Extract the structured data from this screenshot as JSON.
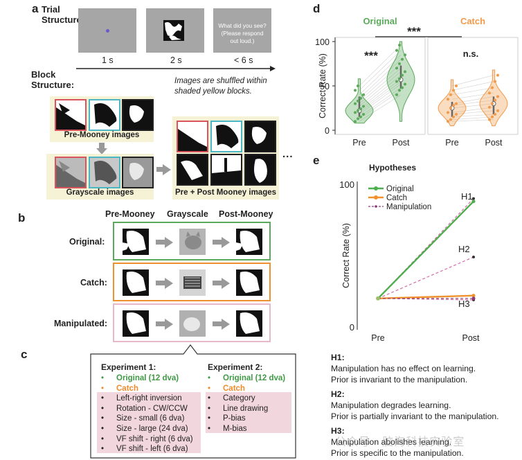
{
  "panel_a": {
    "letter": "a",
    "trial_structure_label": "Trial\nStructure:",
    "trial_times": [
      "1 s",
      "2 s",
      "< 6 s"
    ],
    "prompt_text": "What did you see?\n(Please respond\nout loud.)",
    "block_structure_label": "Block\nStructure:",
    "shuffle_note": "Images are shuffled within\nshaded yellow blocks.",
    "pre_mooney_label": "Pre-Mooney images",
    "grayscale_label": "Grayscale images",
    "pre_post_label": "Pre + Post Mooney images",
    "ellipsis": "...",
    "frame_colors": [
      "#d9545c",
      "#4bb7c4",
      "#202020"
    ]
  },
  "panel_b": {
    "letter": "b",
    "col_headers": [
      "Pre-Mooney",
      "Grayscale",
      "Post-Mooney"
    ],
    "rows": [
      {
        "label": "Original:",
        "color": "#5aa85a"
      },
      {
        "label": "Catch:",
        "color": "#f0912e"
      },
      {
        "label": "Manipulated:",
        "color": "#e7b8c8"
      }
    ]
  },
  "panel_c": {
    "letter": "c",
    "exp1_title": "Experiment 1:",
    "exp2_title": "Experiment 2:",
    "exp1_items": [
      {
        "text": "Original (12 dva)",
        "style": "green"
      },
      {
        "text": "Catch",
        "style": "orange"
      },
      {
        "text": "Left-right inversion",
        "style": "plain"
      },
      {
        "text": "Rotation - CW/CCW",
        "style": "plain"
      },
      {
        "text": "Size - small (6 dva)",
        "style": "plain"
      },
      {
        "text": "Size - large (24 dva)",
        "style": "plain"
      },
      {
        "text": "VF shift - right (6 dva)",
        "style": "plain"
      },
      {
        "text": "VF shift - left (6 dva)",
        "style": "plain"
      }
    ],
    "exp2_items": [
      {
        "text": "Original (12 dva)",
        "style": "green"
      },
      {
        "text": "Catch",
        "style": "orange"
      },
      {
        "text": "Category",
        "style": "plain"
      },
      {
        "text": "Line drawing",
        "style": "plain"
      },
      {
        "text": "P-bias",
        "style": "plain"
      },
      {
        "text": "M-bias",
        "style": "plain"
      }
    ],
    "bullet": "•",
    "highlight_color": "#f2d6de"
  },
  "chart_data": [
    {
      "type": "violin",
      "panel": "d",
      "ylabel": "Correct Rate (%)",
      "ylim": [
        0,
        100
      ],
      "yticks": [
        "0",
        "50",
        "100"
      ],
      "groups": [
        {
          "name": "Original",
          "color": "#5aaa5a",
          "categories": [
            "Pre",
            "Post"
          ],
          "medians": [
            22,
            57
          ],
          "quartiles": [
            [
              15,
              38
            ],
            [
              47,
              73
            ]
          ],
          "ranges": [
            [
              8,
              58
            ],
            [
              10,
              100
            ]
          ],
          "points": [
            [
              10,
              13,
              15,
              18,
              20,
              22,
              24,
              27,
              30,
              33,
              36,
              40,
              45,
              50
            ],
            [
              40,
              45,
              48,
              52,
              55,
              58,
              62,
              66,
              70,
              75,
              80,
              85,
              90,
              96
            ]
          ]
        },
        {
          "name": "Catch",
          "color": "#f29a4a",
          "categories": [
            "Pre",
            "Post"
          ],
          "medians": [
            25,
            30
          ],
          "quartiles": [
            [
              15,
              32
            ],
            [
              18,
              38
            ]
          ],
          "ranges": [
            [
              5,
              57
            ],
            [
              5,
              68
            ]
          ],
          "points": [
            [
              10,
              12,
              15,
              18,
              20,
              25,
              28,
              30,
              35,
              40,
              45,
              50
            ],
            [
              12,
              15,
              18,
              22,
              26,
              30,
              34,
              38,
              42,
              48,
              55,
              62
            ]
          ]
        }
      ],
      "annotations": {
        "original_sig": "***",
        "between_sig": "***",
        "catch_sig": "n.s."
      }
    },
    {
      "type": "line",
      "panel": "e",
      "title": "Hypotheses",
      "ylabel": "Correct Rate (%)",
      "categories": [
        "Pre",
        "Post"
      ],
      "ylim": [
        0,
        100
      ],
      "yticks": [
        "0",
        "100"
      ],
      "series": [
        {
          "name": "Original",
          "color": "#4cae4c",
          "values": [
            20,
            88
          ],
          "style": "solid"
        },
        {
          "name": "Catch",
          "color": "#f0912e",
          "values": [
            20,
            22
          ],
          "style": "solid"
        },
        {
          "name": "Manipulation",
          "color": "#8a3a7a",
          "values": [
            20,
            20
          ],
          "style": "dashed"
        }
      ],
      "hypothesis_lines": [
        {
          "label": "H1",
          "values": [
            20,
            90
          ]
        },
        {
          "label": "H2",
          "values": [
            20,
            49
          ]
        },
        {
          "label": "H3",
          "values": [
            20,
            19
          ]
        }
      ]
    }
  ],
  "panel_e": {
    "letter": "e",
    "hypotheses": [
      {
        "title": "H1:",
        "lines": [
          "Manipulation has no effect on learning.",
          "Prior is invariant to the manipulation."
        ]
      },
      {
        "title": "H2:",
        "lines": [
          "Manipulation degrades learning.",
          "Prior is partially invariant to the manipulation."
        ]
      },
      {
        "title": "H3:",
        "lines": [
          "Manipulation abolishes learning.",
          "Prior is specific to the manipulation."
        ]
      }
    ],
    "watermark": "公众号 · 脑海科技实验室"
  },
  "panel_d": {
    "letter": "d"
  }
}
